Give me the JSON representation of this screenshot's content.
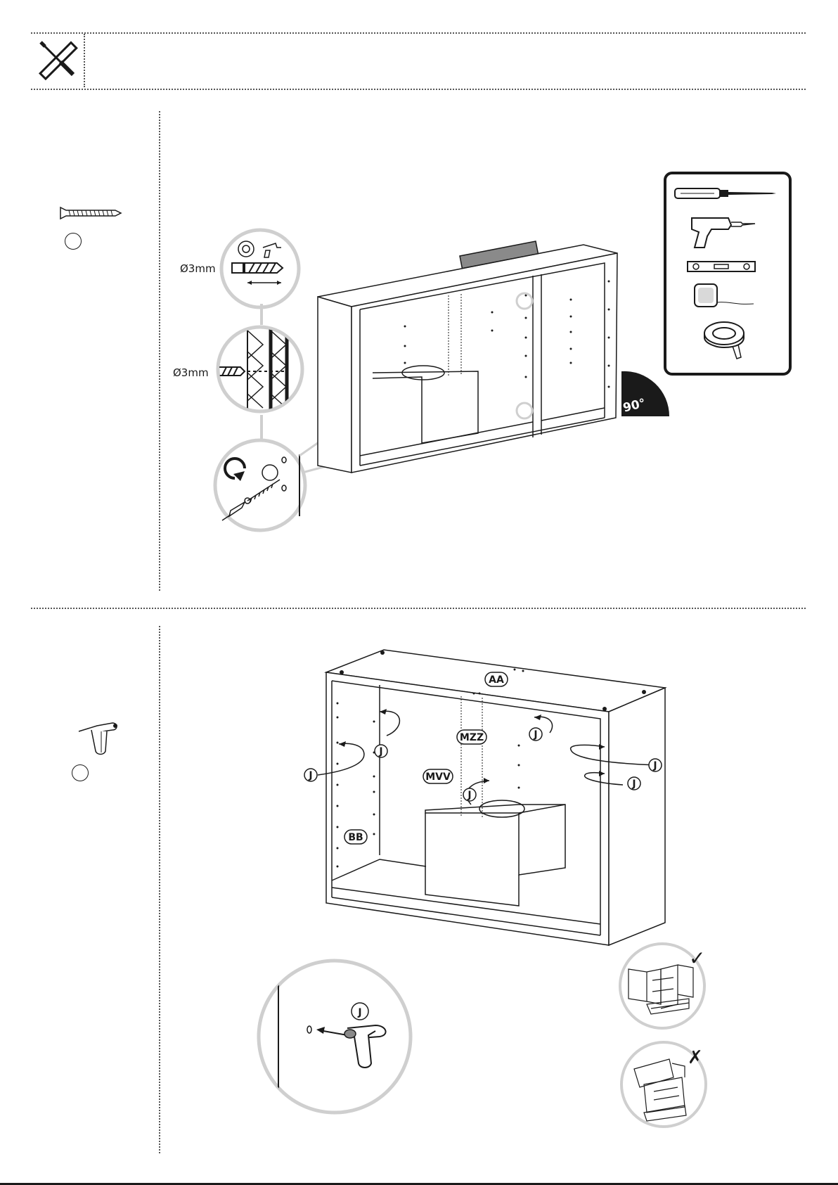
{
  "header": {
    "tools_icon": "screwdriver-ruler-icon"
  },
  "step1": {
    "part_icon": "screw-icon",
    "drill_diameter_top": "Ø3mm",
    "drill_diameter_middle": "Ø3mm",
    "angle_label": "90°",
    "tools": [
      "screwdriver-icon",
      "drill-icon",
      "level-icon",
      "tape-measure-icon",
      "tape-roll-icon"
    ]
  },
  "step2": {
    "part_icon": "shelf-pin-icon",
    "labels": {
      "aa": "AA",
      "bb": "BB",
      "mzz": "MZZ",
      "mvv": "MVV",
      "j": "J"
    },
    "correct_mark": "✓",
    "wrong_mark": "✗"
  }
}
